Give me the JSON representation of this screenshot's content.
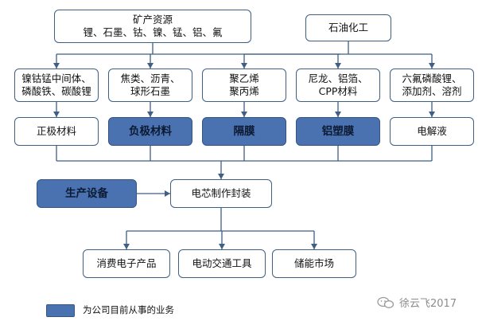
{
  "nodes": {
    "minerals": {
      "line1": "矿产资源",
      "line2": "锂、石墨、钴、镍、锰、铝、氟"
    },
    "petrochem": {
      "label": "石油化工"
    },
    "mat_cathode": {
      "line1": "镍钴锰中间体、",
      "line2": "磷酸铁、碳酸锂"
    },
    "mat_anode": {
      "line1": "焦类、沥青、",
      "line2": "球形石墨"
    },
    "mat_separator": {
      "line1": "聚乙烯",
      "line2": "聚丙烯"
    },
    "mat_film": {
      "line1": "尼龙、铝箔、",
      "line2": "CPP材料"
    },
    "mat_electrolyte": {
      "line1": "六氟磷酸锂、",
      "line2": "添加剂、溶剂"
    },
    "cathode": {
      "label": "正极材料"
    },
    "anode": {
      "label": "负极材料"
    },
    "separator": {
      "label": "隔膜"
    },
    "al_plastic_film": {
      "label": "铝塑膜"
    },
    "electrolyte": {
      "label": "电解液"
    },
    "equipment": {
      "label": "生产设备"
    },
    "cell_packaging": {
      "label": "电芯制作封装"
    },
    "consumer_electronics": {
      "label": "消费电子产品"
    },
    "ev_tools": {
      "label": "电动交通工具"
    },
    "energy_storage": {
      "label": "储能市场"
    }
  },
  "legend": {
    "label": "为公司目前从事的业务",
    "color": "#4a72b0"
  },
  "watermark": {
    "text": "徐云飞2017"
  },
  "colors": {
    "line": "#3f5f84",
    "highlight": "#4a72b0"
  }
}
